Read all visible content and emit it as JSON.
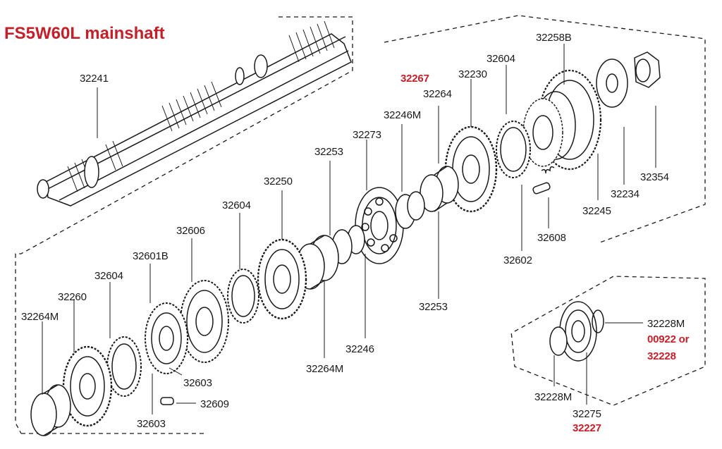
{
  "title": "FS5W60L mainshaft",
  "colors": {
    "ink": "#1a1a1a",
    "accent": "#c4202a",
    "background": "#ffffff"
  },
  "labels": {
    "mainshaft": "32241",
    "p32258B": "32258B",
    "p32604_top": "32604",
    "p32267": "32267",
    "p32230": "32230",
    "p32264": "32264",
    "p32246M": "32246M",
    "p32273": "32273",
    "p32253_top": "32253",
    "p32250": "32250",
    "p32604_mid": "32604",
    "p32606": "32606",
    "p32601B": "32601B",
    "p32604_low": "32604",
    "p32260": "32260",
    "p32264M_left": "32264M",
    "p32354": "32354",
    "p32234": "32234",
    "p32245": "32245",
    "p32608": "32608",
    "p32602": "32602",
    "p32253_bot": "32253",
    "p32246": "32246",
    "p32264M_bot": "32264M",
    "p32603_a": "32603",
    "p32609": "32609",
    "p32603_b": "32603",
    "p32228M_right": "32228M",
    "alt_line1": "00922 or",
    "alt_line2": "32228",
    "p32228M_bot": "32228M",
    "p32275": "32275",
    "p32227": "32227"
  }
}
